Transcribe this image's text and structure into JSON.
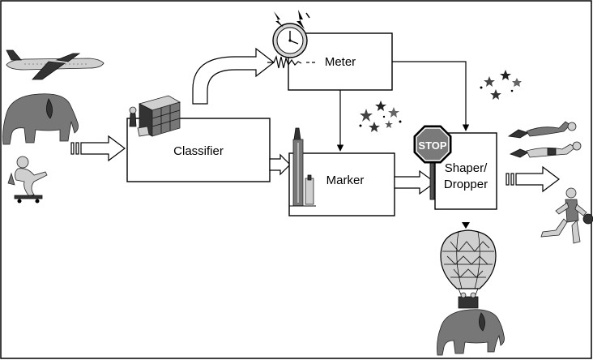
{
  "diagram": {
    "blocks": {
      "classifier": "Classifier",
      "meter": "Meter",
      "marker": "Marker",
      "shaper_line1": "Shaper/",
      "shaper_line2": "Dropper"
    },
    "stop_sign": "STOP"
  },
  "icons": {
    "incoming": [
      "airplane-icon",
      "elephant-icon",
      "skateboarder-icon"
    ],
    "outgoing": [
      "swimmer-icon",
      "swimmer-icon",
      "basketball-player-icon"
    ],
    "dropped": [
      "hot-air-balloon-icon",
      "elephant-icon"
    ],
    "decorations": [
      "clock-icon",
      "lightning-icon",
      "filing-cabinet-icon",
      "marker-pen-icon",
      "stars-icon",
      "stop-sign-icon"
    ]
  },
  "colors": {
    "stroke": "#000000",
    "background": "#ffffff"
  }
}
